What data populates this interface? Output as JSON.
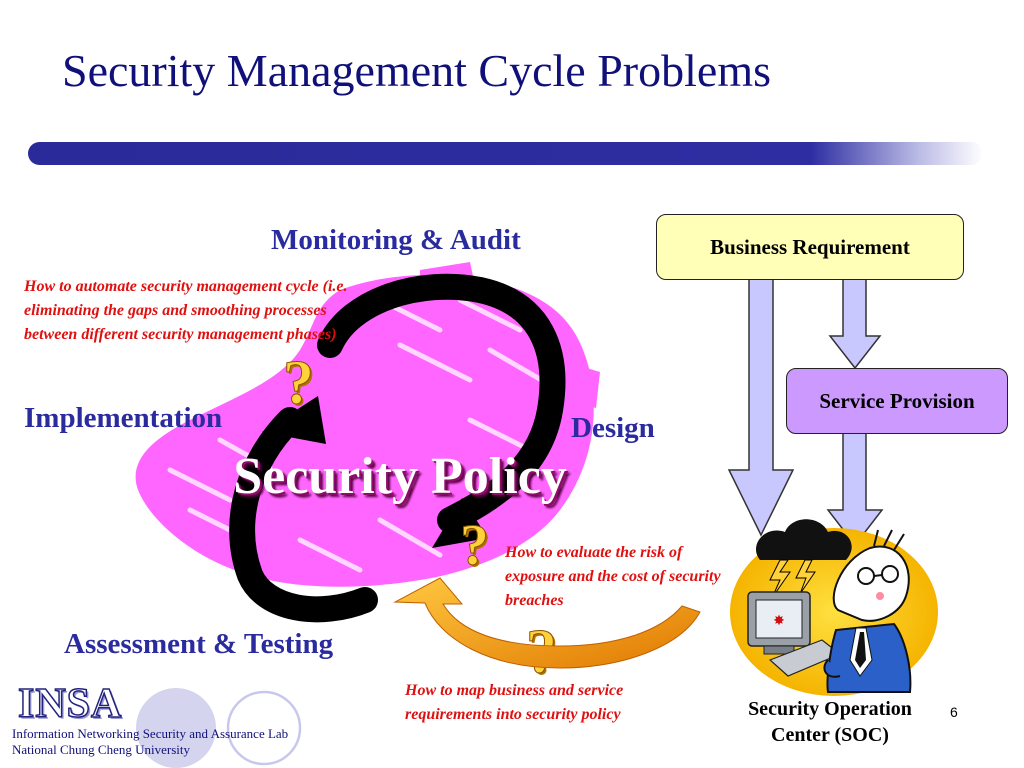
{
  "title": "Security Management Cycle Problems",
  "phases": {
    "monitoring": "Monitoring & Audit",
    "implementation": "Implementation",
    "design": "Design",
    "assessment": "Assessment & Testing"
  },
  "center_label": "Security Policy",
  "questions": {
    "automate": "How to automate security management cycle (i.e. eliminating the gaps and smoothing processes between different security management phases)",
    "risk": "How to evaluate the risk of exposure and the cost of security breaches",
    "map": "How to map business and service requirements into security policy"
  },
  "boxes": {
    "business_requirement": "Business Requirement",
    "service_provision": "Service Provision"
  },
  "soc": {
    "line1": "Security Operation",
    "line2": "Center (SOC)"
  },
  "page_number": "6",
  "footer": {
    "logo": "INSA",
    "lab": "Information Networking Security and Assurance Lab",
    "university": "National Chung Cheng University"
  },
  "colors": {
    "title": "#10107a",
    "phase_labels": "#2b2ba0",
    "question_text": "#e01010",
    "blob": "#ff66ff",
    "business_box": "#ffffb8",
    "service_box": "#cc99ff",
    "arrows": "#c8c8ff",
    "curved_arrow": "#f5a000"
  }
}
